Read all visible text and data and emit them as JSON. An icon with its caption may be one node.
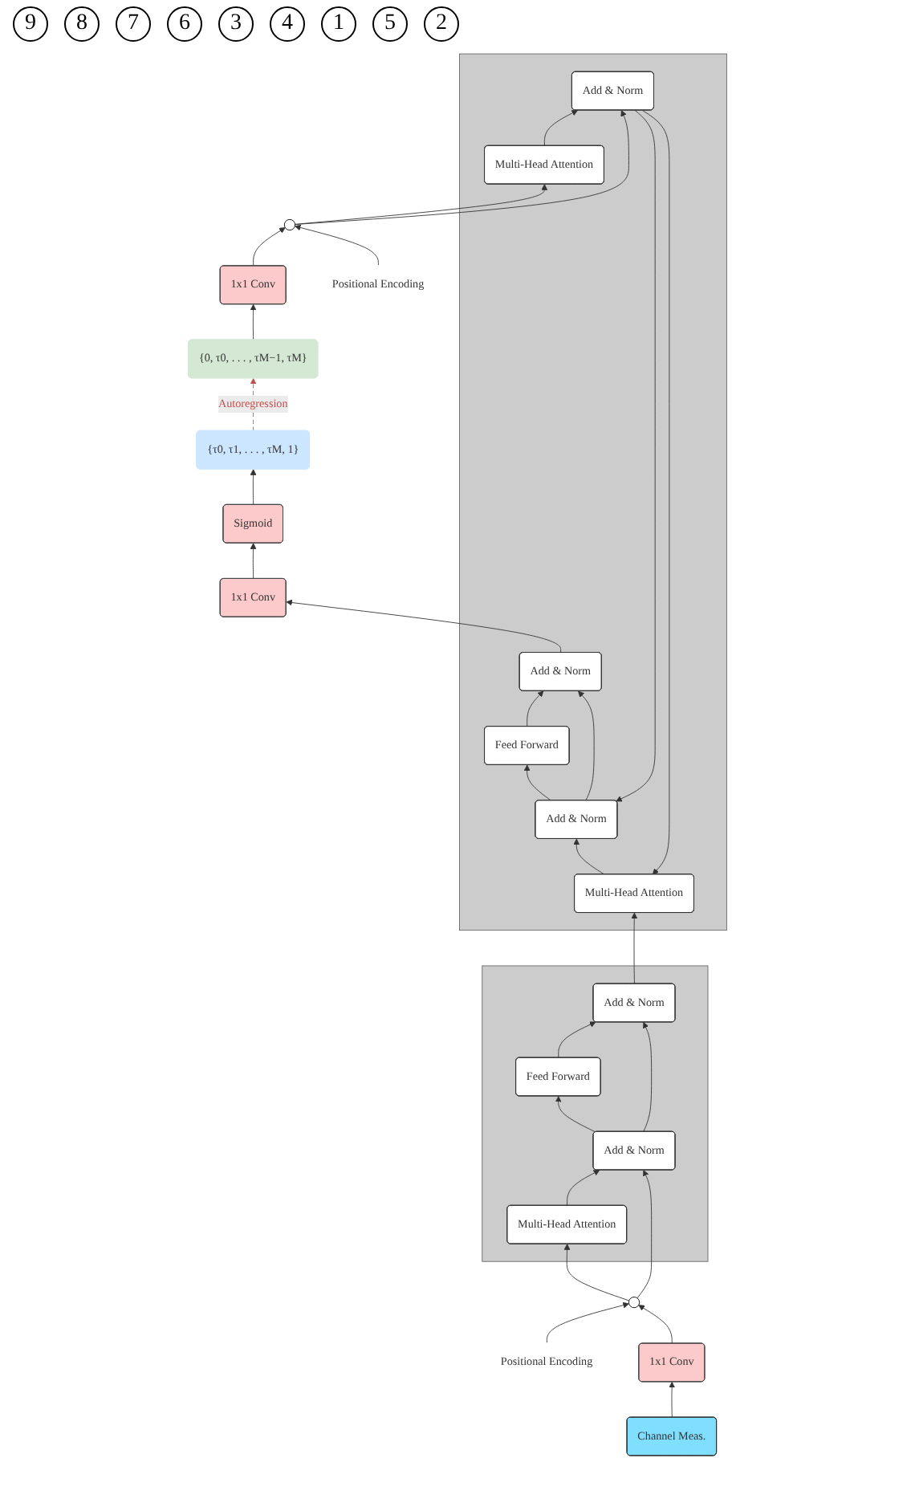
{
  "diagram": {
    "nodes": [
      {
        "text": [],
        "shape": "box"
      },
      {
        "text": [
          "Add & Norm"
        ],
        "in": 0
      },
      {
        "text": [
          "Feed Forward"
        ],
        "in": 0
      },
      {
        "text": [
          "Add & Norm"
        ],
        "in": 0
      },
      {
        "text": [
          "Multi-Head Attention"
        ],
        "in": 0
      },
      {
        "text": [],
        "shape": "box"
      },
      {
        "text": [
          "Add & Norm"
        ],
        "in": 5
      },
      {
        "text": [
          "Feed Forward"
        ],
        "in": 5
      },
      {
        "text": [
          "Add & Norm"
        ],
        "in": 5
      },
      {
        "text": [
          "Multi-Head Attention"
        ],
        "in": 5
      },
      {
        "text": [
          "Add & Norm"
        ],
        "in": 5
      },
      {
        "text": [
          "Multi-Head Attention"
        ],
        "in": 5
      },
      {
        "text": [
          "Sigmoid"
        ]
      },
      {
        "text": [
          "{τ0, τ1, . . . , τM, 1}"
        ]
      },
      {
        "text": [
          "1x1 Conv"
        ]
      },
      {
        "text": [],
        "shape": "circle"
      },
      {
        "text": [],
        "shape": "circle"
      },
      {
        "text": [
          "Positional Encoding"
        ]
      },
      {
        "text": [
          "Positional Encoding"
        ]
      },
      {
        "text": [
          "1x1 Conv"
        ]
      },
      {
        "text": [
          "1x1 Conv"
        ]
      },
      {
        "text": [
          "Channel Meas."
        ]
      },
      {
        "text": [
          "{0, τ0, . . . , τM−1, τM}"
        ]
      }
    ],
    "edges": [
      {
        "from": 4,
        "to": 3,
        "arrow": "to"
      },
      {
        "from": 3,
        "to": 2,
        "arrow": "to"
      },
      {
        "from": 2,
        "to": 1,
        "arrow": "to"
      },
      {
        "from": 15,
        "to": 4,
        "arrow": "to"
      },
      {
        "from": 15,
        "to": 3,
        "arrow": "to"
      },
      {
        "from": 3,
        "to": 1,
        "arrow": "to"
      },
      {
        "from": 11,
        "to": 10,
        "arrow": "to"
      },
      {
        "from": 16,
        "to": 11,
        "arrow": "to"
      },
      {
        "from": 16,
        "to": 10,
        "arrow": "to"
      },
      {
        "from": 10,
        "to": 9,
        "arrow": "to"
      },
      {
        "from": 1,
        "to": 9,
        "arrow": "to"
      },
      {
        "from": 10,
        "to": 8,
        "arrow": "to"
      },
      {
        "from": 9,
        "to": 8,
        "arrow": "to"
      },
      {
        "from": 8,
        "to": 7,
        "arrow": "to"
      },
      {
        "from": 7,
        "to": 6,
        "arrow": "to"
      },
      {
        "from": 8,
        "to": 6,
        "arrow": "to"
      },
      {
        "from": 6,
        "to": 14,
        "arrow": "to"
      },
      {
        "from": 14,
        "to": 12,
        "arrow": "to"
      },
      {
        "from": 12,
        "to": 13,
        "arrow": "to"
      },
      {
        "from": 13,
        "to": 22,
        "arrow": "to",
        "label": "Autoregression",
        "style": "dashed",
        "color": "#c0504d"
      },
      {
        "from": 19,
        "to": 15,
        "arrow": "to"
      },
      {
        "from": 17,
        "to": 15,
        "arrow": "to"
      },
      {
        "from": 20,
        "to": 16,
        "arrow": "to"
      },
      {
        "from": 18,
        "to": 16,
        "arrow": "to"
      },
      {
        "from": 21,
        "to": 19,
        "arrow": "to"
      },
      {
        "from": 22,
        "to": 20,
        "arrow": "to"
      }
    ],
    "labels": [
      "9",
      "8",
      "7",
      "6",
      "3",
      "4",
      "1",
      "5",
      "2"
    ]
  }
}
